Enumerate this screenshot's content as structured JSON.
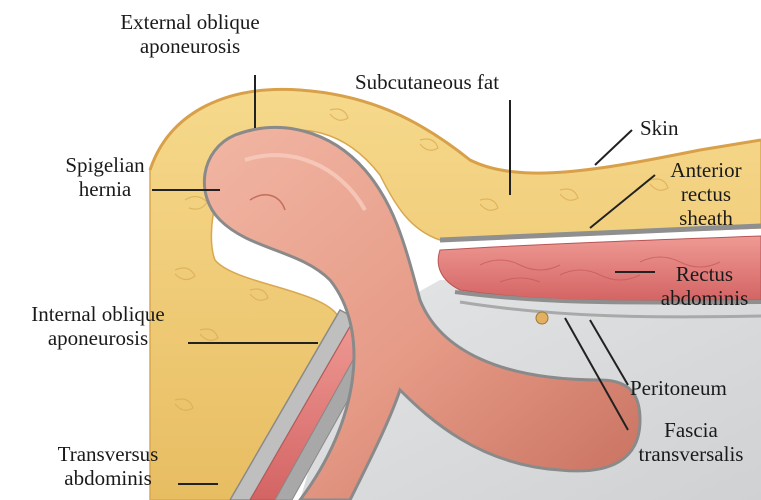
{
  "labels": {
    "external_oblique": [
      "External oblique",
      "aponeurosis"
    ],
    "subcutaneous_fat": "Subcutaneous fat",
    "skin": "Skin",
    "spigelian_hernia": [
      "Spigelian",
      "hernia"
    ],
    "anterior_rectus_sheath": [
      "Anterior",
      "rectus",
      "sheath"
    ],
    "rectus_abdominis": [
      "Rectus",
      "abdominis"
    ],
    "internal_oblique": [
      "Internal oblique",
      "aponeurosis"
    ],
    "peritoneum": "Peritoneum",
    "fascia_transversalis": [
      "Fascia",
      "transversalis"
    ],
    "transversus_abdominis": [
      "Transversus",
      "abdominis"
    ]
  },
  "colors": {
    "fat": "#f3d07a",
    "fat_shade": "#e2b458",
    "muscle": "#e07b7b",
    "hernia": "#e9a08e",
    "hernia_shade": "#c97262",
    "sheath": "#9a9a9a",
    "cavity": "#d9dadb"
  }
}
